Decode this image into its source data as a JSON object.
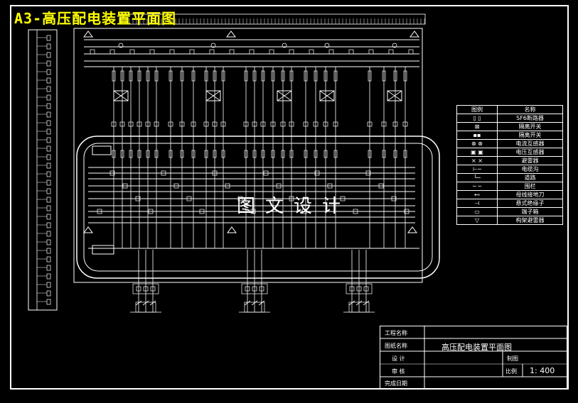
{
  "title": "A3-高压配电装置平面图",
  "watermark": "图文设计",
  "colors": {
    "bg": "#000000",
    "line": "#ffffff",
    "title": "#ffff00"
  },
  "legend": {
    "header": {
      "symbol": "图例",
      "name": "名称"
    },
    "items": [
      {
        "name": "SF6断路器"
      },
      {
        "name": "隔离开关"
      },
      {
        "name": "隔离开关"
      },
      {
        "name": "电流互感器"
      },
      {
        "name": "电压互感器"
      },
      {
        "name": "避雷器"
      },
      {
        "name": "电缆沟"
      },
      {
        "name": "道路"
      },
      {
        "name": "围栏"
      },
      {
        "name": "母线接地刀"
      },
      {
        "name": "悬式绝缘子"
      },
      {
        "name": "端子箱"
      },
      {
        "name": "构架避雷器"
      }
    ]
  },
  "title_block": {
    "project_label": "工程名称",
    "drawing_label": "图纸名称",
    "design_label": "设 计",
    "review_label": "审 核",
    "date_label": "完成日期",
    "drawing_name": "高压配电装置平面图",
    "draw_label": "制图",
    "scale_label": "比例",
    "scale_value": "1: 400"
  }
}
